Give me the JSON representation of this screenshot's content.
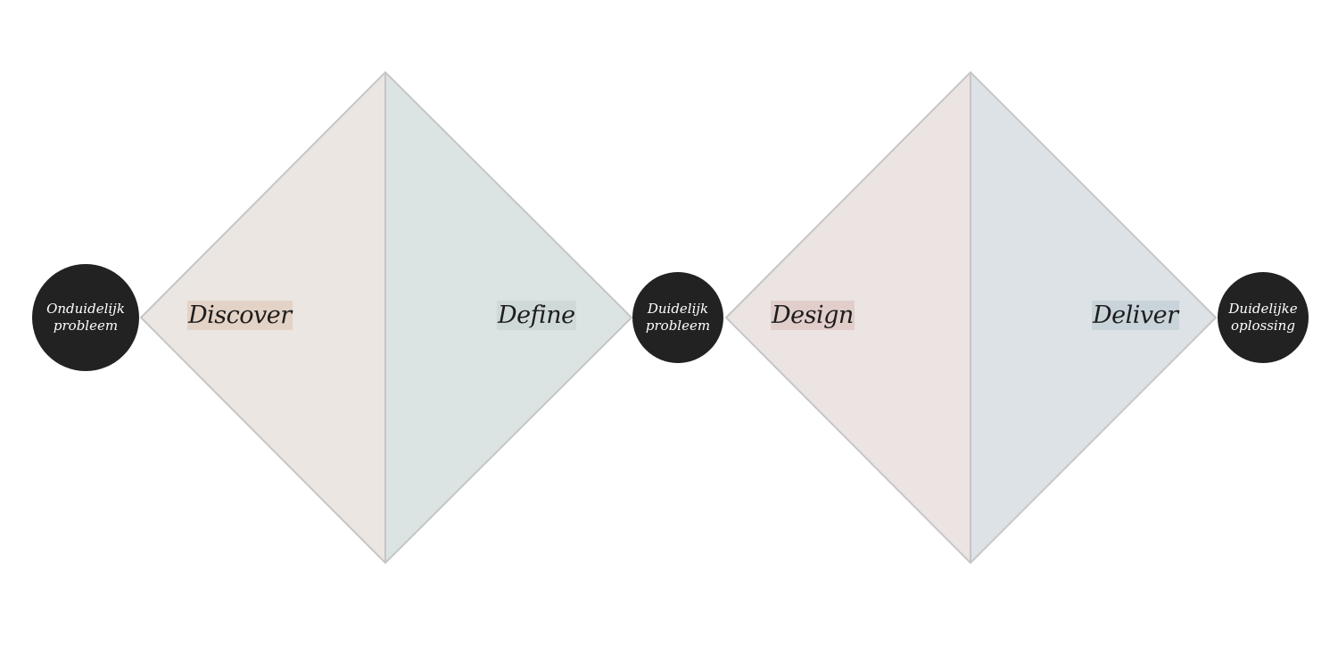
{
  "phases": [
    {
      "label": "Discover",
      "highlight": "#e3d3c6",
      "fill": "#ebe6e2"
    },
    {
      "label": "Define",
      "highlight": "#cfdad8",
      "fill": "#dbe3e3"
    },
    {
      "label": "Design",
      "highlight": "#e1cecb",
      "fill": "#ebe4e2"
    },
    {
      "label": "Deliver",
      "highlight": "#c9d3da",
      "fill": "#dde2e6"
    }
  ],
  "nodes": [
    {
      "line1": "Onduidelijk",
      "line2": "probleem"
    },
    {
      "line1": "Duidelijk",
      "line2": "probleem"
    },
    {
      "line1": "Duidelijke",
      "line2": "oplossing"
    }
  ],
  "colors": {
    "stroke": "#c6c6c6",
    "node": "#222222"
  }
}
